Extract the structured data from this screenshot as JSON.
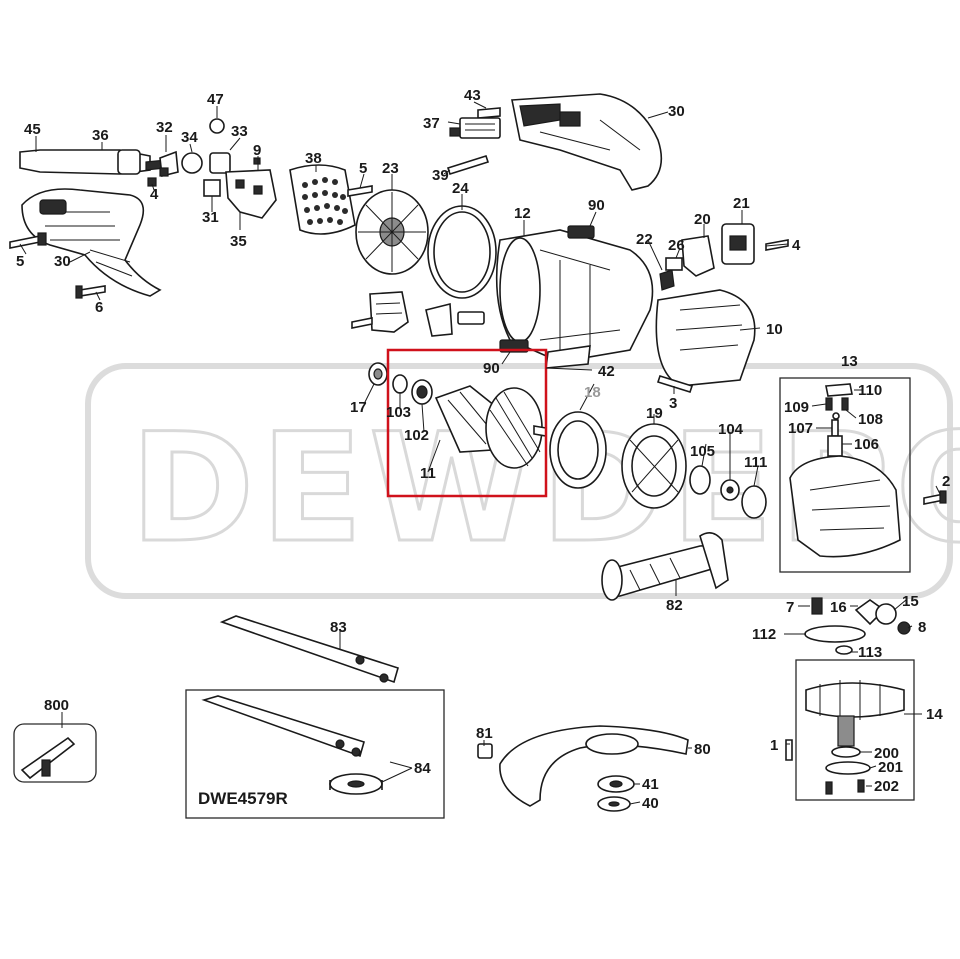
{
  "watermark": {
    "text": "DEWDEPOT"
  },
  "highlight": {
    "color": "#d0111b"
  },
  "callouts": {
    "c45": "45",
    "c36": "36",
    "c32": "32",
    "c47": "47",
    "c34": "34",
    "c33": "33",
    "c9": "9",
    "c38": "38",
    "c5a": "5",
    "c23": "23",
    "c43": "43",
    "c37": "37",
    "c30a": "30",
    "c39": "39",
    "c24": "24",
    "c4a": "4",
    "c31": "31",
    "c35": "35",
    "c12": "12",
    "c90a": "90",
    "c20": "20",
    "c21": "21",
    "c22": "22",
    "c26": "26",
    "c4b": "4",
    "c5b": "5",
    "c30b": "30",
    "c6": "6",
    "c10": "10",
    "c13": "13",
    "c90b": "90",
    "c42": "42",
    "c18": "18",
    "c17": "17",
    "c103": "103",
    "c102": "102",
    "c11": "11",
    "c19": "19",
    "c105": "105",
    "c104": "104",
    "c111": "111",
    "c3": "3",
    "c110": "110",
    "c109": "109",
    "c108": "108",
    "c107": "107",
    "c106": "106",
    "c2": "2",
    "c82": "82",
    "c7": "7",
    "c16": "16",
    "c15": "15",
    "c8": "8",
    "c112": "112",
    "c83": "83",
    "c113": "113",
    "c14": "14",
    "c800": "800",
    "c81": "81",
    "c80": "80",
    "c84": "84",
    "c1": "1",
    "c200": "200",
    "c41": "41",
    "c201": "201",
    "c40": "40",
    "c202": "202"
  },
  "kit_caption": "DWE4579R"
}
